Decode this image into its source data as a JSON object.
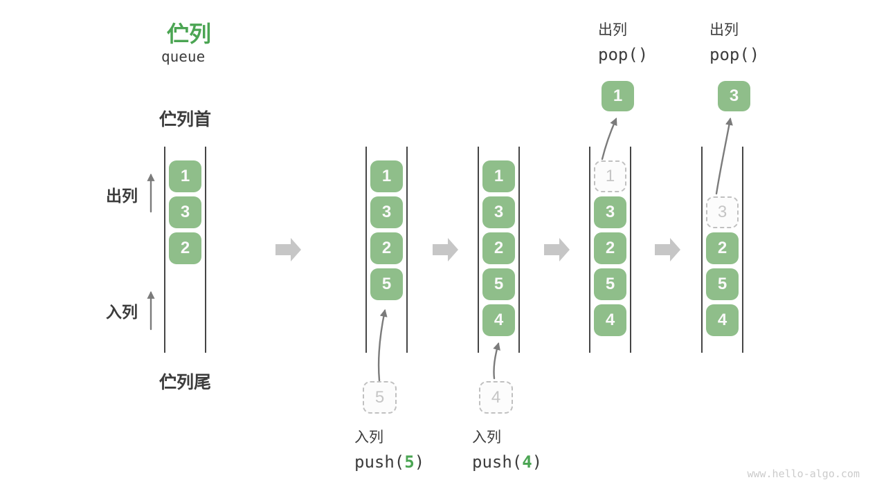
{
  "title": {
    "zh": "伫列",
    "en": "queue"
  },
  "labels": {
    "front": "伫列首",
    "rear": "伫列尾",
    "dequeue": "出列",
    "enqueue": "入列"
  },
  "columns": {
    "c1": {
      "cells": {
        "r0": "1",
        "r1": "3",
        "r2": "2"
      }
    },
    "c2": {
      "cells": {
        "r0": "1",
        "r1": "3",
        "r2": "2",
        "r3": "5"
      },
      "staged": "5",
      "action": {
        "name": "入列",
        "fn_open": "push(",
        "arg": "5",
        "fn_close": ")"
      }
    },
    "c3": {
      "cells": {
        "r0": "1",
        "r1": "3",
        "r2": "2",
        "r3": "5",
        "r4": "4"
      },
      "staged": "4",
      "action": {
        "name": "入列",
        "fn_open": "push(",
        "arg": "4",
        "fn_close": ")"
      }
    },
    "c4": {
      "cells": {
        "r0": "1",
        "r1": "3",
        "r2": "2",
        "r3": "5",
        "r4": "4"
      },
      "ghost_row": "r0",
      "popped": "1",
      "action": {
        "name": "出列",
        "fn": "pop()"
      }
    },
    "c5": {
      "cells": {
        "r1": "3",
        "r2": "2",
        "r3": "5",
        "r4": "4"
      },
      "ghost_row": "r1",
      "popped": "3",
      "action": {
        "name": "出列",
        "fn": "pop()"
      }
    }
  },
  "watermark": "www.hello-algo.com",
  "colors": {
    "accent_green": "#4ba553",
    "box_green": "#8fbe8a",
    "ink": "#3c3c3c",
    "line": "#454545",
    "ghost_border": "#c0c0c0",
    "ghost_text": "#c5c5c5",
    "block_arrow": "#c6c6c6",
    "thin_arrow": "#7b7b7b",
    "watermark": "#cbcbcb"
  }
}
